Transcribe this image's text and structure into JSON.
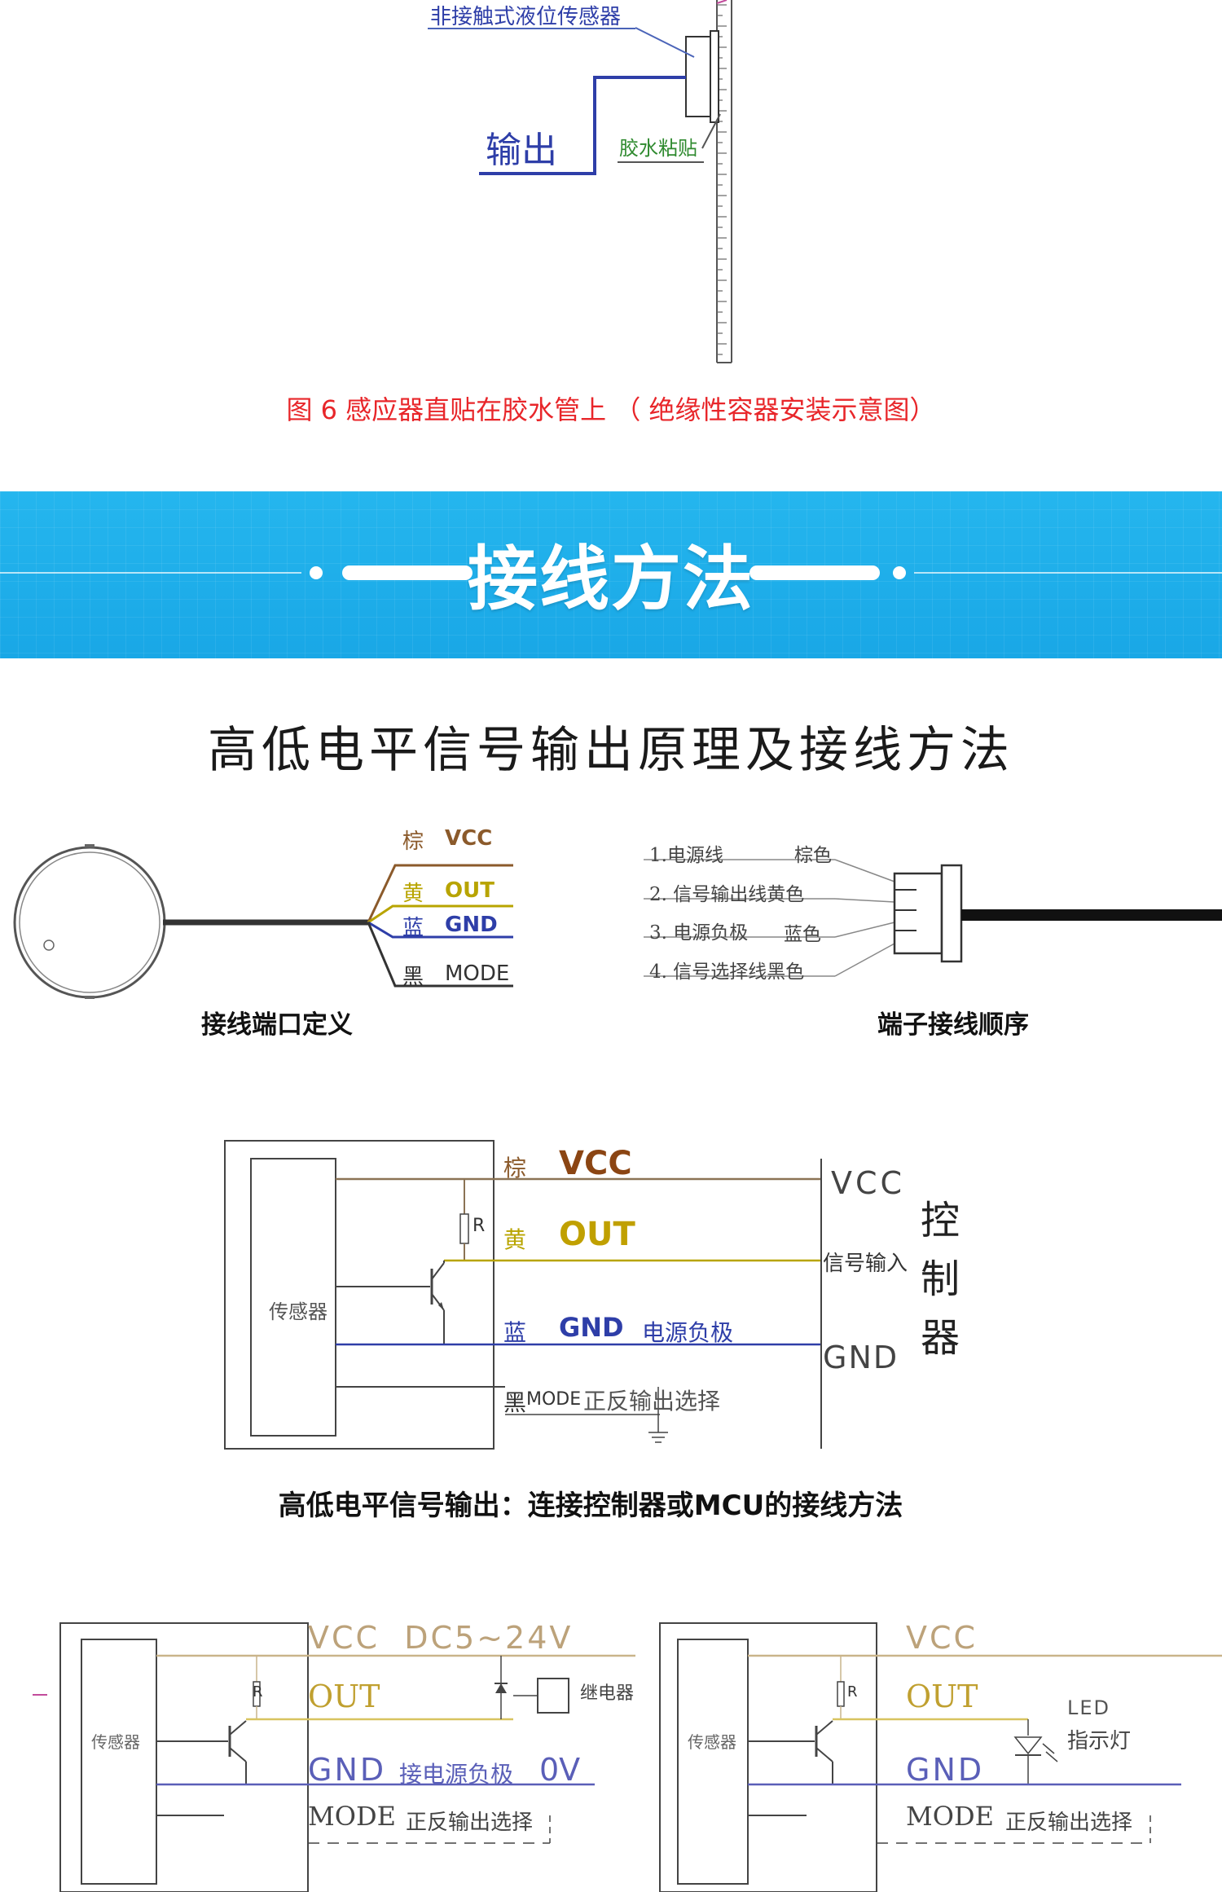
{
  "top_diagram": {
    "sensor_label": "非接触式液位传感器",
    "output_label": "输出",
    "glue_label": "胶水粘贴"
  },
  "figure_caption": "图 6 感应器直贴在胶水管上 （ 绝缘性容器安装示意图）",
  "banner": {
    "title": "接线方法"
  },
  "section_title": "高低电平信号输出原理及接线方法",
  "wire_diagram": {
    "wires": [
      {
        "color_name": "棕",
        "signal": "VCC",
        "color": "#8b5a2b"
      },
      {
        "color_name": "黄",
        "signal": "OUT",
        "color": "#b8a400"
      },
      {
        "color_name": "蓝",
        "signal": "GND",
        "color": "#2e3ea8"
      },
      {
        "color_name": "黑",
        "signal": "MODE",
        "color": "#333333"
      }
    ],
    "caption": "接线端口定义"
  },
  "terminal_diagram": {
    "lines": [
      {
        "num": "1.电源线",
        "color": "棕色"
      },
      {
        "num": "2. 信号输出线黄色",
        "color": ""
      },
      {
        "num": "3. 电源负极",
        "color": "蓝色"
      },
      {
        "num": "4. 信号选择线黑色",
        "color": ""
      }
    ],
    "caption": "端子接线顺序"
  },
  "controller_circuit": {
    "sensor_label": "传感器",
    "resistor_label": "R",
    "vcc_color": "棕",
    "vcc_label": "VCC",
    "out_color": "黄",
    "out_label": "OUT",
    "gnd_color": "蓝",
    "gnd_label": "GND",
    "gnd_note": "电源负极",
    "mode_color": "黑",
    "mode_label": "MODE",
    "mode_note": "正反输出选择",
    "ctrl_vcc": "VCC",
    "ctrl_signal_in": "信号输入",
    "ctrl_gnd": "GND",
    "controller_label": "控制器",
    "caption": "高低电平信号输出：连接控制器或MCU的接线方法"
  },
  "relay_circuit": {
    "sensor_label": "传感器",
    "resistor_label": "R",
    "vcc_label": "VCC  DC5~24V",
    "out_label": "OUT",
    "relay_label": "继电器",
    "gnd_label": "GND",
    "gnd_note": "接电源负极",
    "gnd_voltage": "0V",
    "mode_label": "MODE",
    "mode_note": "正反输出选择"
  },
  "led_circuit": {
    "sensor_label": "传感器",
    "resistor_label": "R",
    "vcc_label": "VCC",
    "out_label": "OUT",
    "led_label_1": "LED",
    "led_label_2": "指示灯",
    "gnd_label": "GND",
    "mode_label": "MODE",
    "mode_note": "正反输出选择"
  },
  "colors": {
    "banner": "#1fb0ea",
    "caption_red": "#e8262a",
    "blue_wire": "#2e3ea8",
    "brown_wire": "#8b5a2b",
    "yellow_wire": "#b8a400"
  }
}
